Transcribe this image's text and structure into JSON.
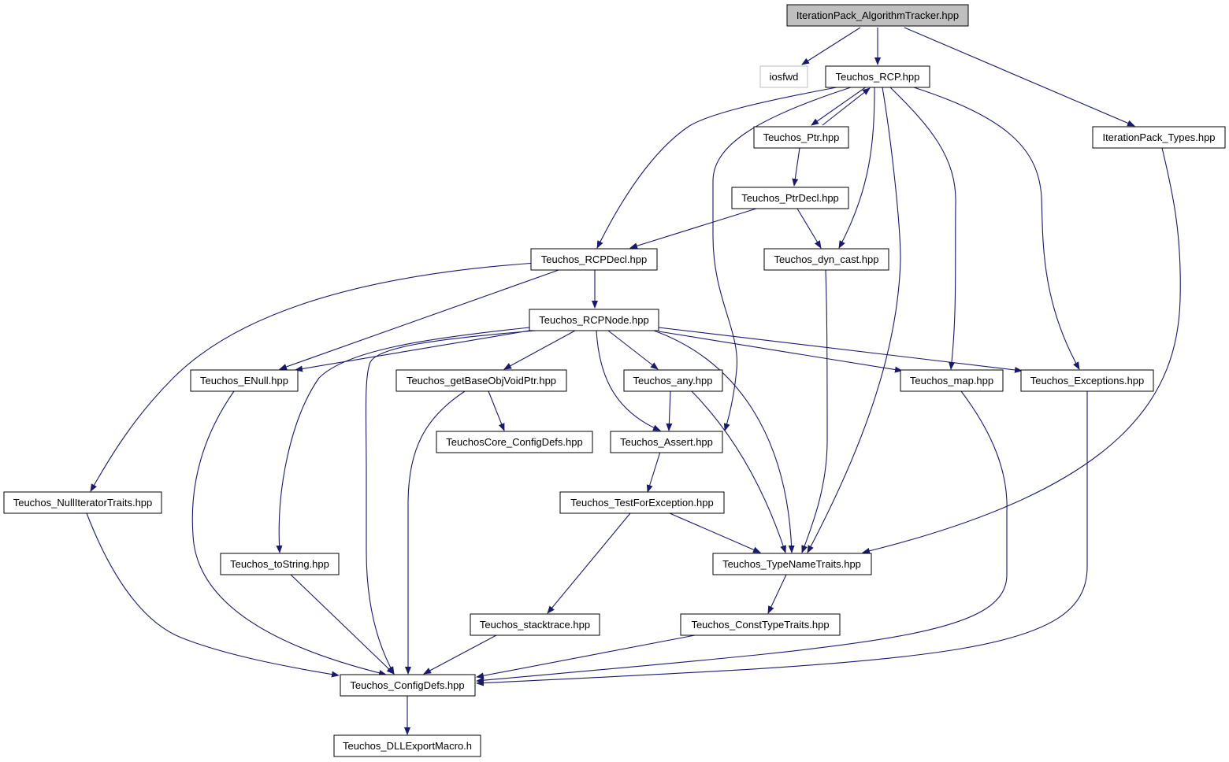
{
  "graph": {
    "colors": {
      "edge": "#191970",
      "root_fill": "#bfbfbf",
      "external_border": "#bfbfbf"
    },
    "nodes": {
      "root": "IterationPack_AlgorithmTracker.hpp",
      "iosfwd": "iosfwd",
      "rcp": "Teuchos_RCP.hpp",
      "ip_types": "IterationPack_Types.hpp",
      "ptr": "Teuchos_Ptr.hpp",
      "ptrdecl": "Teuchos_PtrDecl.hpp",
      "rcpdecl": "Teuchos_RCPDecl.hpp",
      "dyncast": "Teuchos_dyn_cast.hpp",
      "rcpnode": "Teuchos_RCPNode.hpp",
      "enull": "Teuchos_ENull.hpp",
      "getbase": "Teuchos_getBaseObjVoidPtr.hpp",
      "any": "Teuchos_any.hpp",
      "map": "Teuchos_map.hpp",
      "exceptions": "Teuchos_Exceptions.hpp",
      "coreconfig": "TeuchosCore_ConfigDefs.hpp",
      "assert": "Teuchos_Assert.hpp",
      "nulliter": "Teuchos_NullIteratorTraits.hpp",
      "testforex": "Teuchos_TestForException.hpp",
      "tostring": "Teuchos_toString.hpp",
      "typename": "Teuchos_TypeNameTraits.hpp",
      "stacktrace": "Teuchos_stacktrace.hpp",
      "consttype": "Teuchos_ConstTypeTraits.hpp",
      "configdefs": "Teuchos_ConfigDefs.hpp",
      "dllexport": "Teuchos_DLLExportMacro.h"
    }
  }
}
